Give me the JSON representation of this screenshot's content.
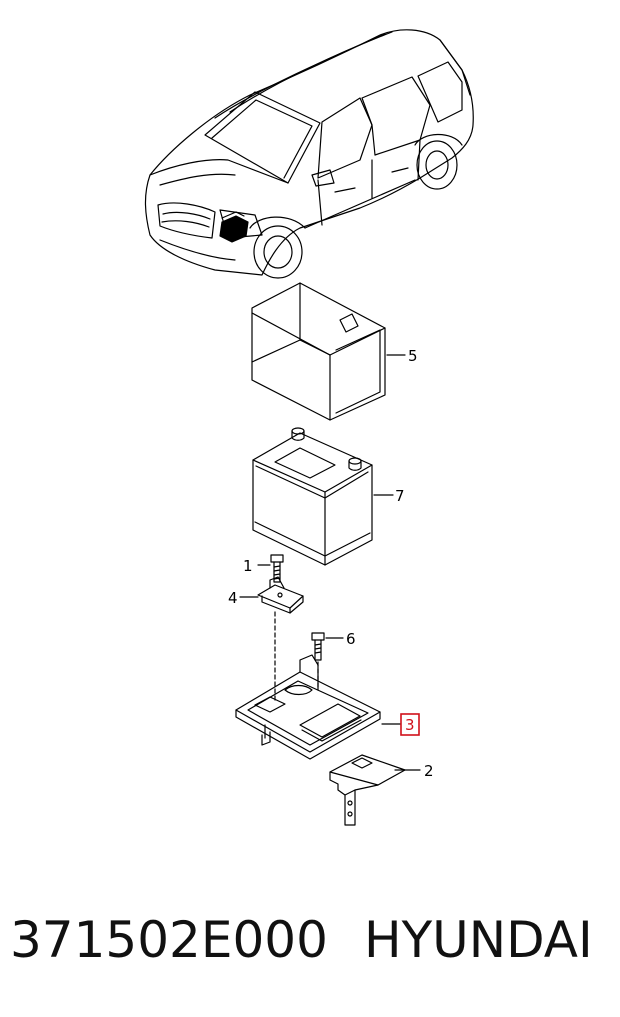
{
  "callouts": [
    {
      "id": "c5",
      "label": "5"
    },
    {
      "id": "c7",
      "label": "7"
    },
    {
      "id": "c1",
      "label": "1"
    },
    {
      "id": "c4",
      "label": "4"
    },
    {
      "id": "c6",
      "label": "6"
    },
    {
      "id": "c3",
      "label": "3",
      "highlighted": true
    },
    {
      "id": "c2",
      "label": "2"
    }
  ],
  "footer": {
    "part_number": "371502E000",
    "brand": "HYUNDAI"
  },
  "colors": {
    "line": "#000000",
    "highlight": "#d0101a",
    "background": "#ffffff"
  }
}
